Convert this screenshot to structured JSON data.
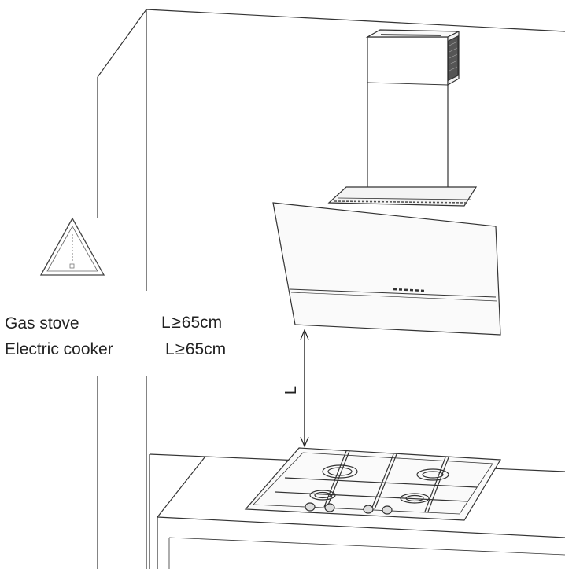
{
  "requirements": [
    {
      "appliance": "Gas stove",
      "symbol": "L",
      "operator": "≥",
      "distance": "65cm"
    },
    {
      "appliance": "Electric cooker",
      "symbol": "L",
      "operator": "≥",
      "distance": "65cm"
    }
  ],
  "dimension_label": "L",
  "icons": [
    "warning-triangle-icon"
  ],
  "colors": {
    "line": "#333333",
    "glass": "#f7f7f7",
    "bg": "#ffffff"
  }
}
